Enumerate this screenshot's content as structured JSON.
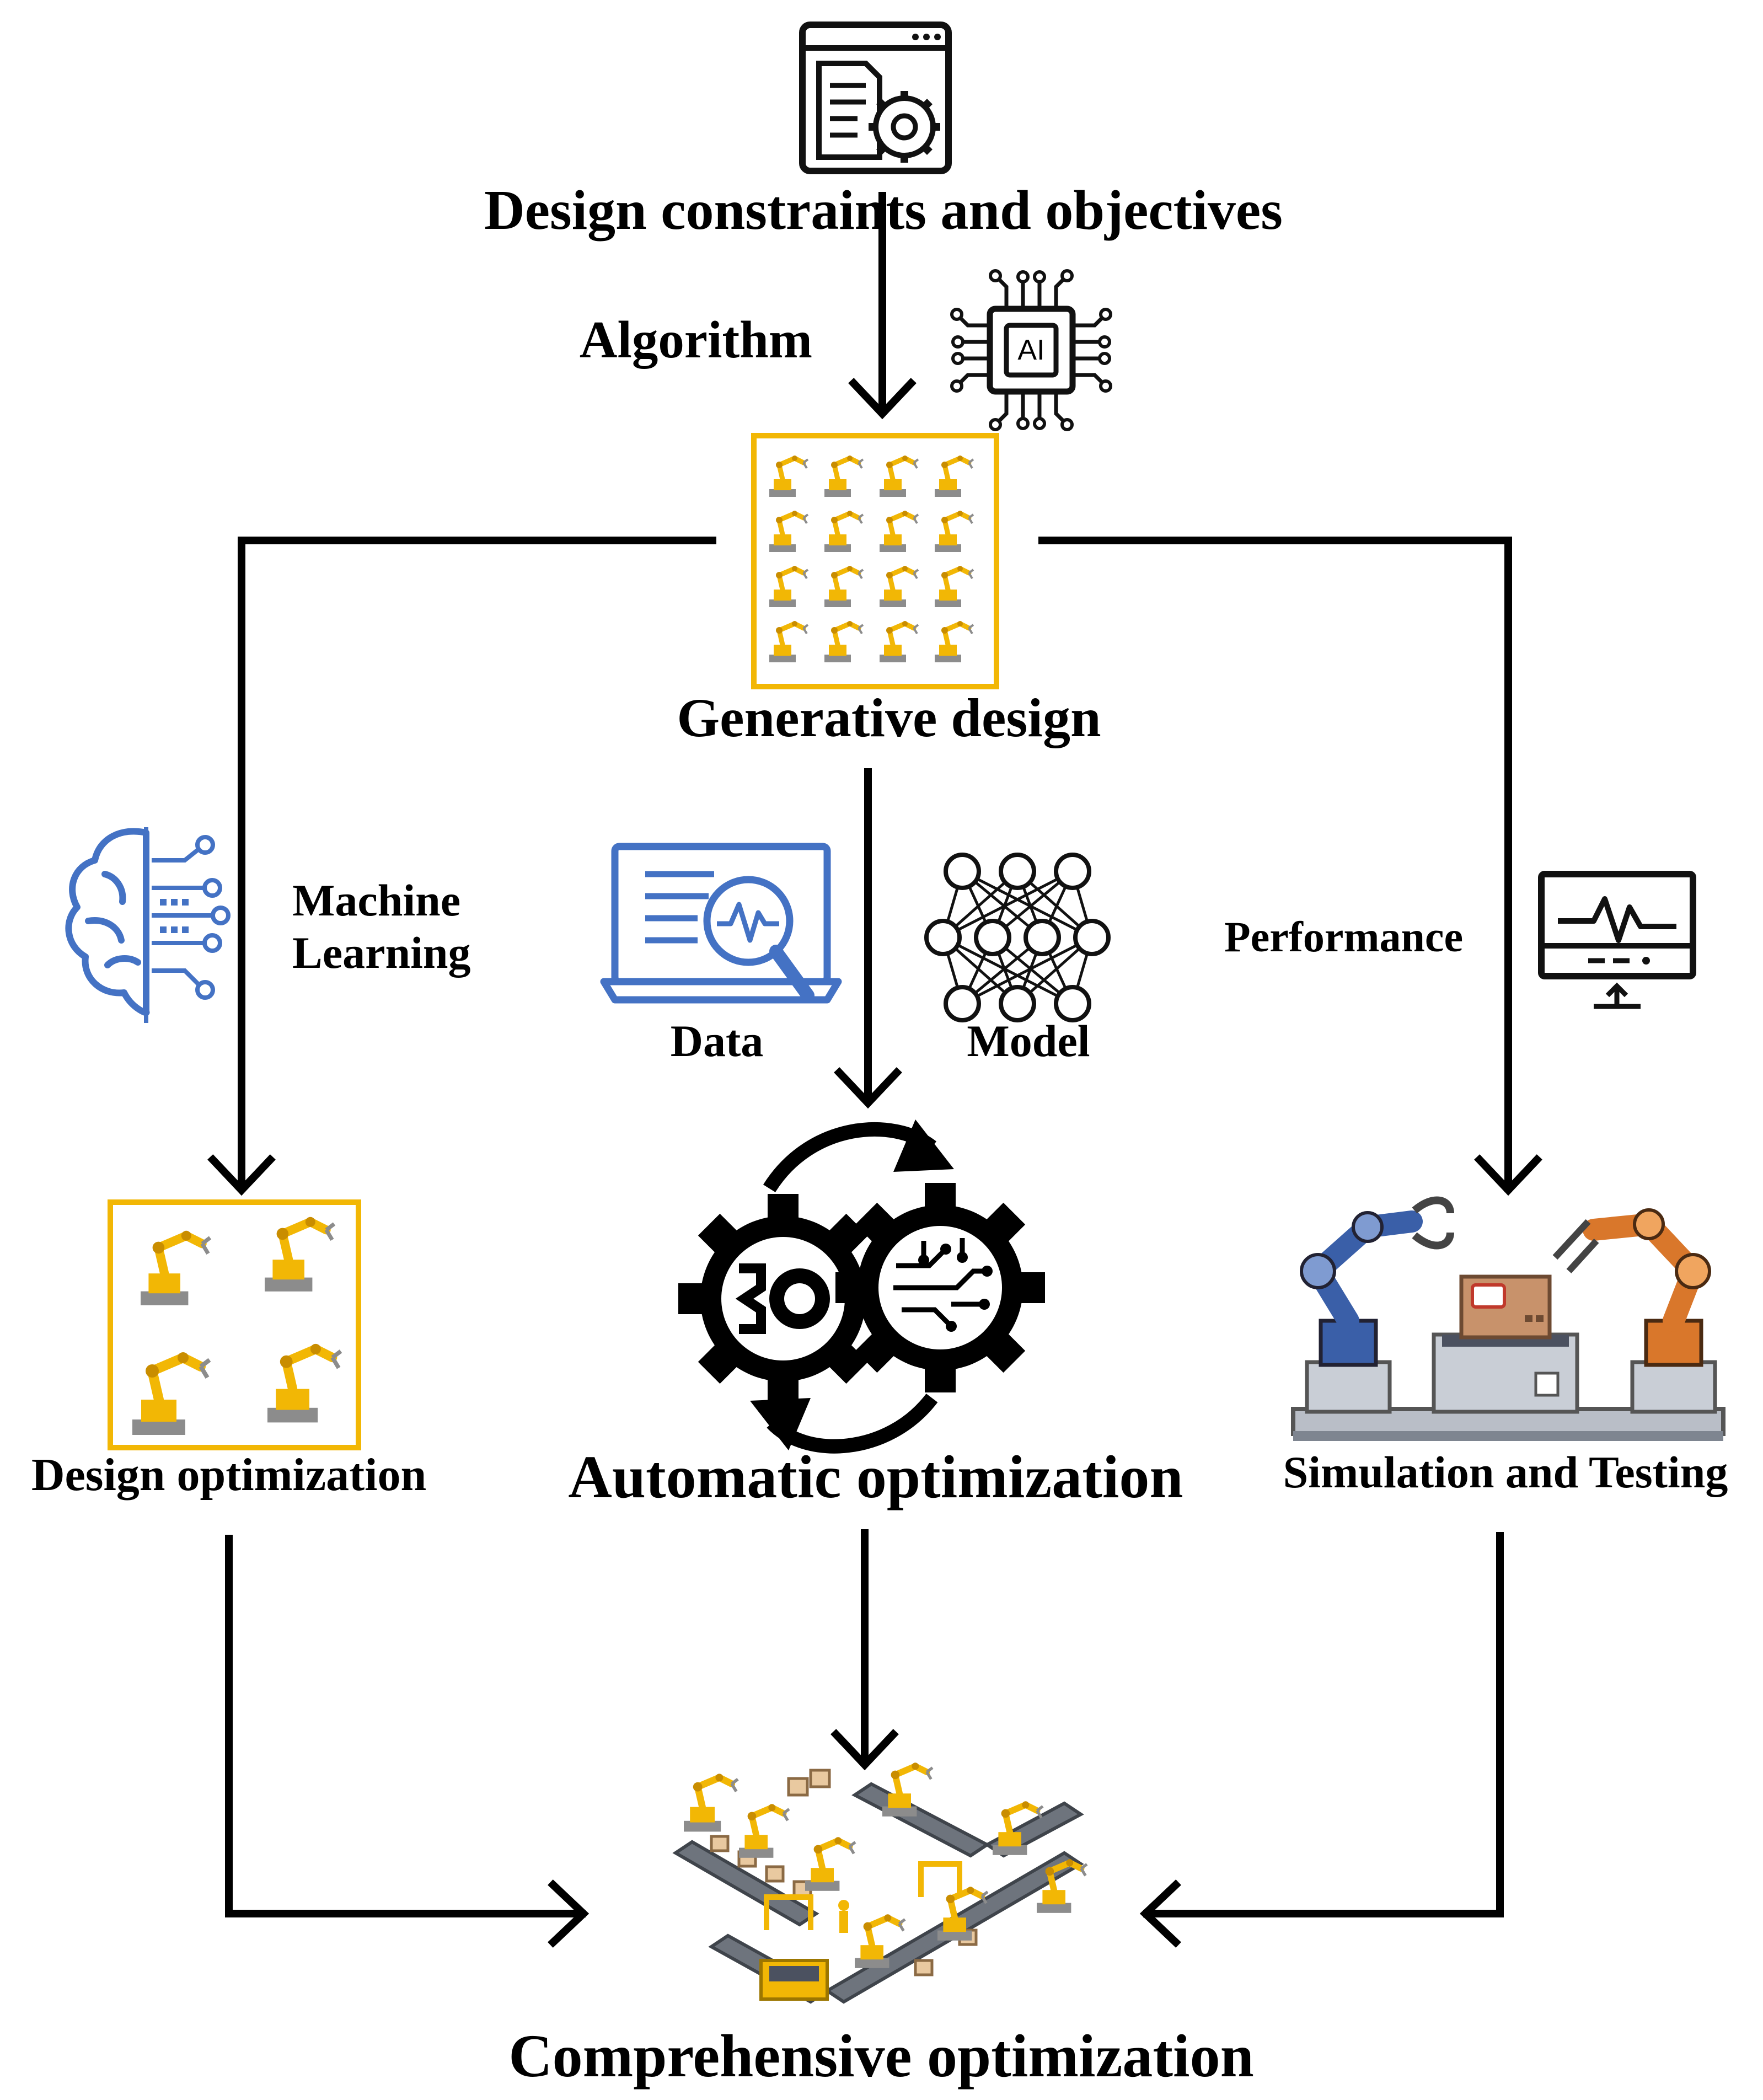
{
  "nodes": {
    "top": {
      "label": "Design constraints and objectives",
      "icon": "document-gear-icon"
    },
    "algorithm": {
      "label": "Algorithm",
      "icon": "ai-chip-icon"
    },
    "generative": {
      "label": "Generative design",
      "icon": "robot-arm-grid-icon"
    },
    "machine_learning": {
      "label_line1": "Machine",
      "label_line2": "Learning",
      "icon": "brain-circuit-icon"
    },
    "data": {
      "label": "Data",
      "icon": "data-analysis-laptop-icon"
    },
    "model": {
      "label": "Model",
      "icon": "neural-network-icon"
    },
    "performance": {
      "label": "Performance",
      "icon": "performance-monitor-icon"
    },
    "design_opt": {
      "label": "Design optimization",
      "icon": "robot-arms-icon"
    },
    "auto_opt": {
      "label": "Automatic optimization",
      "icon": "gears-cycle-icon"
    },
    "sim_test": {
      "label": "Simulation and Testing",
      "icon": "robot-conveyor-icon"
    },
    "comprehensive": {
      "label": "Comprehensive optimization",
      "icon": "factory-line-icon"
    }
  },
  "colors": {
    "arrow": "#000000",
    "frame": "#f2b705",
    "robot_yellow": "#f2b705",
    "robot_gray": "#8c8c8c",
    "icon_blue": "#4472c4",
    "robot_blue": "#3a5fa8",
    "robot_orange": "#d9772b"
  }
}
